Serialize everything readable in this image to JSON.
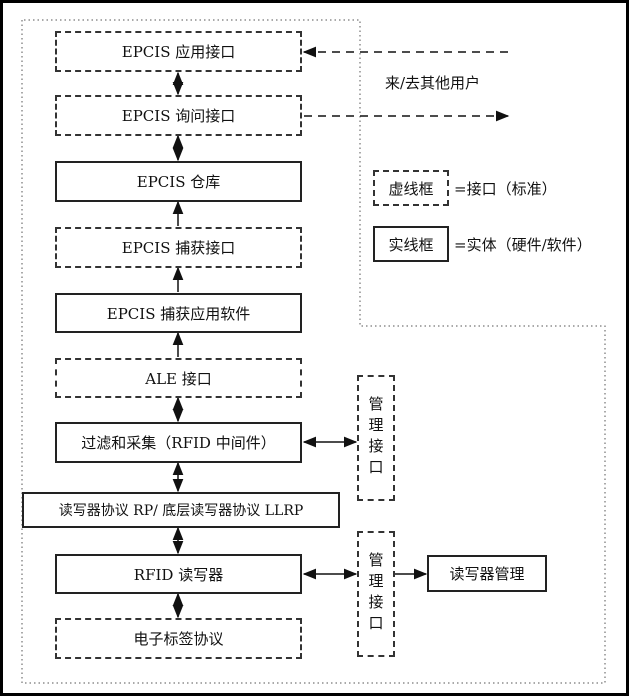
{
  "boxes": {
    "app_interface": "EPCIS 应用接口",
    "query_interface": "EPCIS 询问接口",
    "repository": "EPCIS 仓库",
    "capture_interface": "EPCIS 捕获接口",
    "capture_software": "EPCIS 捕获应用软件",
    "ale_interface": "ALE 接口",
    "filter_collect": "过滤和采集（RFID 中间件）",
    "reader_protocol": "读写器协议 RP/ 底层读写器协议 LLRP",
    "rfid_reader": "RFID 读写器",
    "tag_protocol": "电子标签协议",
    "mgmt_interface_1": "管理接口",
    "mgmt_interface_2": "管理接口",
    "reader_management": "读写器管理"
  },
  "labels": {
    "other_users": "来/去其他用户"
  },
  "legend": {
    "dashed_label": "虚线框",
    "dashed_meaning": "=接口（标准）",
    "solid_label": "实线框",
    "solid_meaning": "=实体（硬件/软件）"
  }
}
